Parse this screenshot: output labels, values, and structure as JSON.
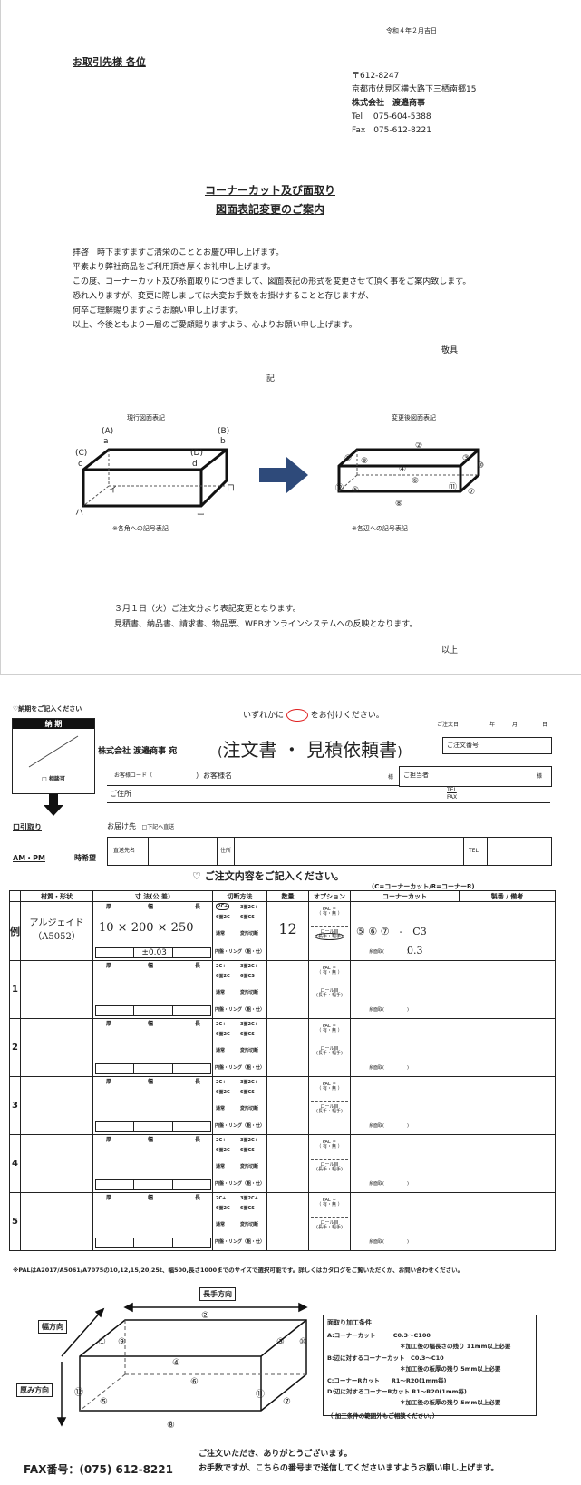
{
  "notice": {
    "date": "令和４年２月吉日",
    "recipient": "お取引先様 各位",
    "sender": {
      "postal": "〒612-8247",
      "address": "京都市伏見区横大路下三栖南郷15",
      "company": "株式会社　渡邉商事",
      "tel": "Tel　 075-604-5388",
      "fax": "Fax　075-612-8221"
    },
    "title_line1": "コーナーカット及び面取り",
    "title_line2": "図面表記変更のご案内",
    "body": [
      "拝啓　時下ますますご清栄のこととお慶び申し上げます。",
      "平素より弊社商品をご利用頂き厚くお礼申し上げます。",
      "この度、コーナーカット及び糸面取りにつきまして、図面表記の形式を変更させて頂く事をご案内致します。",
      "恐れ入りますが、変更に際しましては大変お手数をお掛けすることと存じますが、",
      "何卒ご理解賜りますようお願い申し上げます。",
      "以上、今後ともより一層のご愛顧賜りますよう、心よりお願い申し上げます。"
    ],
    "closing": "敬具",
    "ki": "記",
    "current_label": "現行図面表記",
    "new_label": "変更後図面表記",
    "current_note": "※各角への記号表記",
    "new_note": "※各辺への記号表記",
    "corner_upper": [
      "(A)",
      "a",
      "(B)",
      "b",
      "(C)",
      "c",
      "(D)",
      "d"
    ],
    "corner_lower": [
      "イ",
      "ロ",
      "ハ",
      "ニ"
    ],
    "edge_numbers": [
      "①",
      "②",
      "③",
      "④",
      "⑤",
      "⑥",
      "⑦",
      "⑧",
      "⑨",
      "⑩",
      "⑪",
      "⑫"
    ],
    "footer_line1": "３月１日（火）ご注文分より表記変更となります。",
    "footer_line2": "見積書、納品書、請求書、物品票、WEBオンラインシステムへの反映となります。",
    "end": "以上"
  },
  "form": {
    "delivery_prompt": "♡納期をご記入ください",
    "delivery_header": "納 期",
    "delivery_check": "□ 相談可",
    "select_prompt_pre": "いずれかに",
    "select_prompt_post": "をお付けください。",
    "date_label": "ご注文日",
    "year": "年",
    "month": "月",
    "day": "日",
    "company_to": "株式会社 渡邉商事 宛",
    "form_title": "注文書 ・ 見積依頼書",
    "order_no_label": "ご注文番号",
    "customer_code": "お客様コード（",
    "customer_name": "）お客様名",
    "sama": "様",
    "contact": "ご担当者",
    "address_label": "ご住所",
    "tel": "TEL",
    "fax": "FAX",
    "pickup": "口引取り",
    "delivery_to": "お届け先",
    "delivery_direct": "□下記へ直送",
    "ampm": "AM・PM",
    "hope": "時希望",
    "dest_name": "直送先名",
    "dest_addr": "住所",
    "dest_tel": "TEL",
    "content_prompt": "♡ ご注文内容をご記入ください。",
    "cut_legend": "(C=コーナーカット/R=コーナーR)",
    "headers": [
      "材質・形状",
      "寸 法(公 差)",
      "切断方法",
      "数量",
      "オプション",
      "コーナーカット",
      "製番 / 備考"
    ],
    "example_label": "例",
    "rows": [
      "1",
      "2",
      "3",
      "4",
      "5"
    ],
    "dim_labels": [
      "厚",
      "幅",
      "長"
    ],
    "cut_labels": [
      "2C+",
      "3面2C+",
      "6面2C",
      "6面CS",
      "通常",
      "変形切断",
      "円盤・リング（粗・仕）"
    ],
    "option_labels": [
      "PAL ＊",
      "（ 有・無 ）",
      "ロール目",
      "(長手・幅手)"
    ],
    "corner_note": "糸面取(　　　　　)",
    "example": {
      "material": "アルジェイド",
      "grade": "（A5052）",
      "dims": "10 × 200 × 250",
      "tolerance": "±0.03",
      "qty": "12",
      "corner": "⑤ ⑥ ⑦　-　C3",
      "chamfer": "0.3"
    },
    "pal_note": "※PALはA2017/A5061/A7075の10,12,15,20,25t、幅500,長さ1000までのサイズで選択可能です。詳しくはカタログをご覧いただくか、お問い合わせください。",
    "dir_long": "長手方向",
    "dir_width": "幅方向",
    "dir_thick": "厚み方向",
    "conditions": {
      "title": "面取り加工条件",
      "lines": [
        "A:コーナーカット　　　C0.3～C100",
        "＊加工後の幅長さの残り 11mm以上必要",
        "B:辺に対するコーナーカット　C0.3～C10",
        "＊加工後の板厚の残り 5mm以上必要",
        "C:コーナーRカット　　R1～R20(1mm毎)",
        "D:辺に対するコーナーRカット R1～R20(1mm毎)",
        "＊加工後の板厚の残り 5mm以上必要",
        "（ 加工条件の範囲外もご相談ください。）"
      ]
    },
    "fax_number": "FAX番号：(075) 612-8221",
    "thanks1": "ご注文いただき、ありがとうございます。",
    "thanks2": "お手数ですが、こちらの番号まで送信してくださいますようお願い申し上げます。"
  },
  "colors": {
    "arrow": "#2e4a7a",
    "red_circle": "#e02020"
  }
}
